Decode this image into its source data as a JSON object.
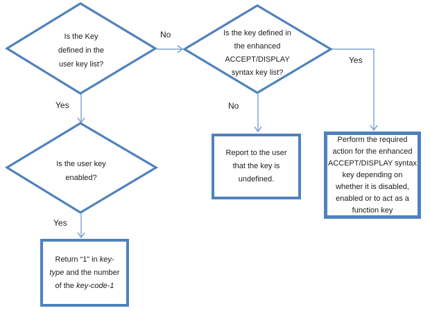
{
  "colors": {
    "shape_border": "#4f81bd",
    "connector": "#7aa0d4",
    "text": "#1a1a1a",
    "background": "#ffffff"
  },
  "flowchart": {
    "decisions": {
      "user_key_list": {
        "lines": [
          "Is the Key",
          "defined in the",
          "user key list?"
        ]
      },
      "enhanced_syntax_list": {
        "lines": [
          "Is the key defined in",
          "the enhanced",
          "ACCEPT/DISPLAY",
          "syntax key list?"
        ]
      },
      "user_key_enabled": {
        "lines": [
          "Is the user key",
          "enabled?"
        ]
      }
    },
    "processes": {
      "report_undefined": {
        "lines": [
          "Report to the user",
          "that the key is",
          "undefined."
        ]
      },
      "perform_action": {
        "lines": [
          "Perform the required",
          "action for the enhanced",
          "ACCEPT/DISPLAY syntax",
          "key depending on",
          "whether it is disabled,",
          "enabled or to act as a",
          "function key"
        ]
      },
      "return_key_type": {
        "line1_plain": "Return “1” in ",
        "line1_italic": "key-",
        "line2_italic": "type",
        "line2_plain": " and the number",
        "line3_plain": "of the ",
        "line3_italic": "key-code-1"
      }
    },
    "edge_labels": {
      "no_to_enhanced": "No",
      "yes_to_enabled": "Yes",
      "no_to_report": "No",
      "yes_to_perform": "Yes",
      "yes_to_return": "Yes"
    }
  }
}
